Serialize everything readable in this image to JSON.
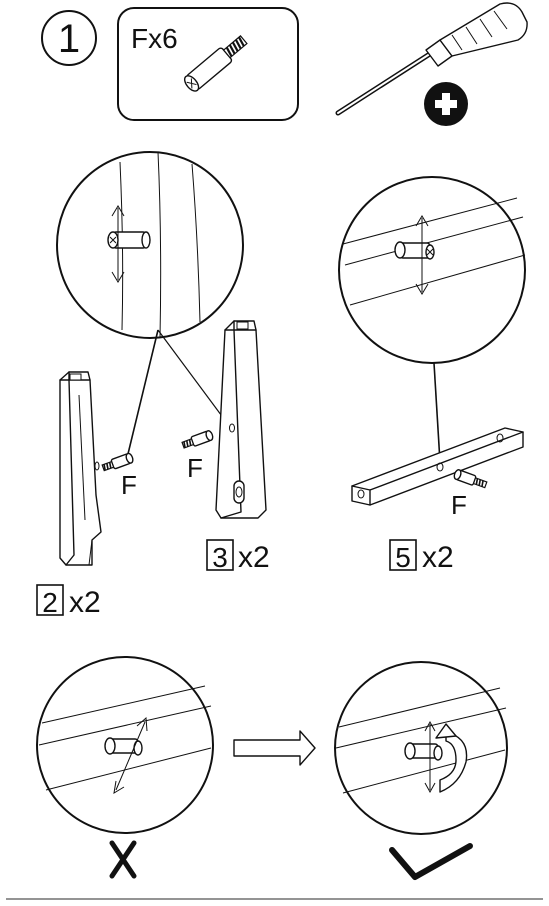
{
  "step": {
    "number": "1"
  },
  "parts_box": {
    "label": "Fx6"
  },
  "labels": {
    "fitting_a": "F",
    "fitting_b": "F",
    "fitting_c": "F"
  },
  "parts": [
    {
      "number": "2",
      "qty": "x2"
    },
    {
      "number": "3",
      "qty": "x2"
    },
    {
      "number": "5",
      "qty": "x2"
    }
  ],
  "icons": {
    "tool": "phillips-screwdriver-icon",
    "tool_badge": "plus-icon",
    "wrong": "cross-icon",
    "right": "check-icon",
    "flow": "right-arrow-icon"
  }
}
